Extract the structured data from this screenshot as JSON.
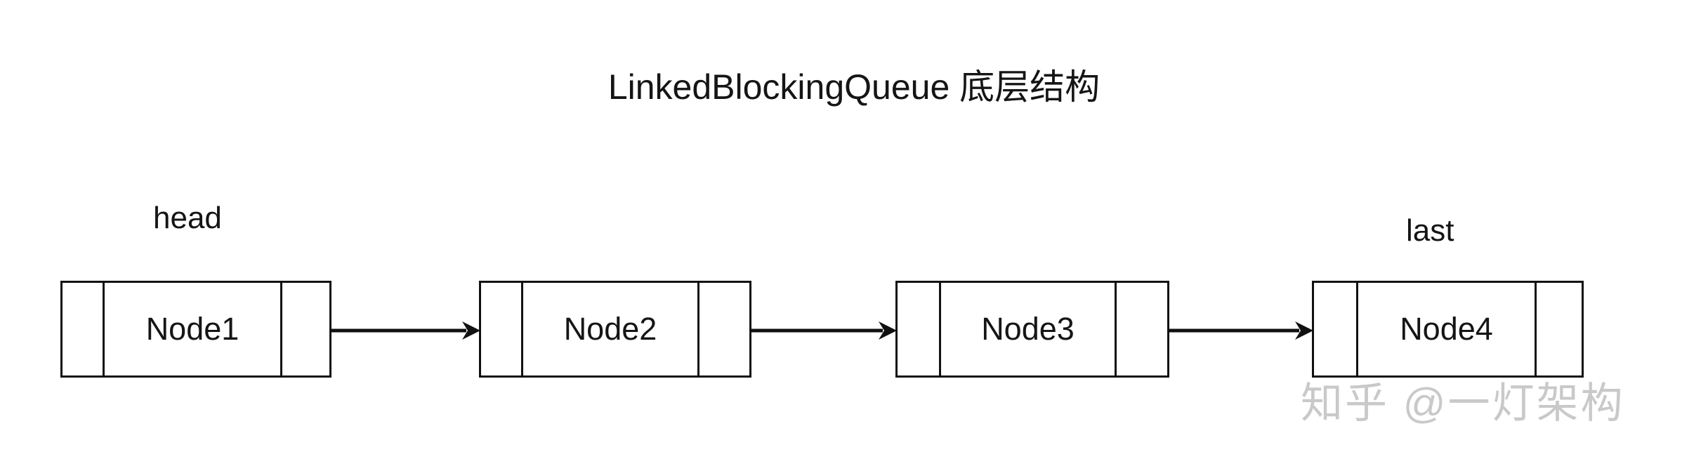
{
  "diagram": {
    "title": "LinkedBlockingQueue 底层结构",
    "type": "singly-linked-list",
    "background_color": "#ffffff",
    "stroke_color": "#111111",
    "text_color": "#151515",
    "labels": {
      "head": "head",
      "last": "last"
    },
    "nodes": [
      {
        "id": "node1",
        "label": "Node1"
      },
      {
        "id": "node2",
        "label": "Node2"
      },
      {
        "id": "node3",
        "label": "Node3"
      },
      {
        "id": "node4",
        "label": "Node4"
      }
    ],
    "arrows": [
      {
        "from": "node1",
        "to": "node2"
      },
      {
        "from": "node2",
        "to": "node3"
      },
      {
        "from": "node3",
        "to": "node4"
      }
    ]
  },
  "watermark": {
    "text": "知乎 @一灯架构",
    "color": "#c9c9c9"
  }
}
